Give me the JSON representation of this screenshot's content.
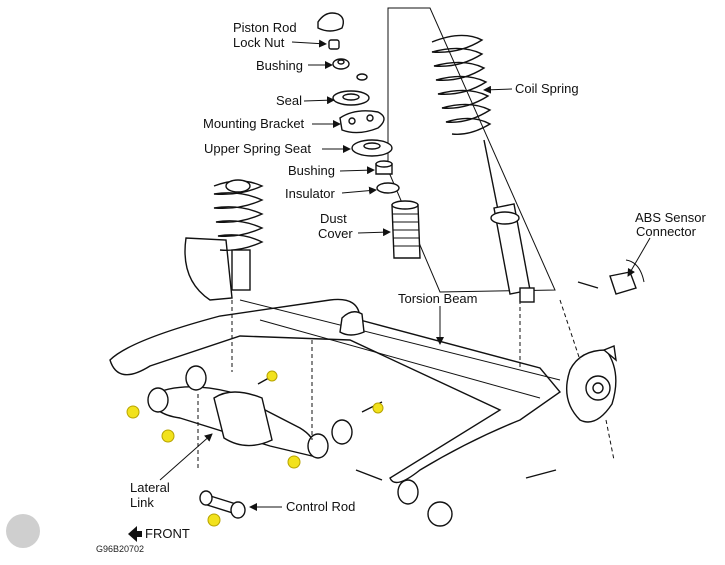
{
  "labels": {
    "piston_rod_lock_nut_1": "Piston Rod",
    "piston_rod_lock_nut_2": "Lock Nut",
    "bushing_top": "Bushing",
    "seal": "Seal",
    "mounting_bracket": "Mounting Bracket",
    "upper_spring_seat": "Upper Spring Seat",
    "bushing_mid": "Bushing",
    "insulator": "Insulator",
    "dust_cover_1": "Dust",
    "dust_cover_2": "Cover",
    "coil_spring": "Coil Spring",
    "abs_sensor_1": "ABS Sensor",
    "abs_sensor_2": "Connector",
    "torsion_beam": "Torsion Beam",
    "lateral_link_1": "Lateral",
    "lateral_link_2": "Link",
    "control_rod": "Control Rod",
    "front": "FRONT",
    "figure_code": "G96B20702"
  },
  "colors": {
    "line": "#111111",
    "highlight_nut": "#f2e21c",
    "background": "#ffffff"
  }
}
